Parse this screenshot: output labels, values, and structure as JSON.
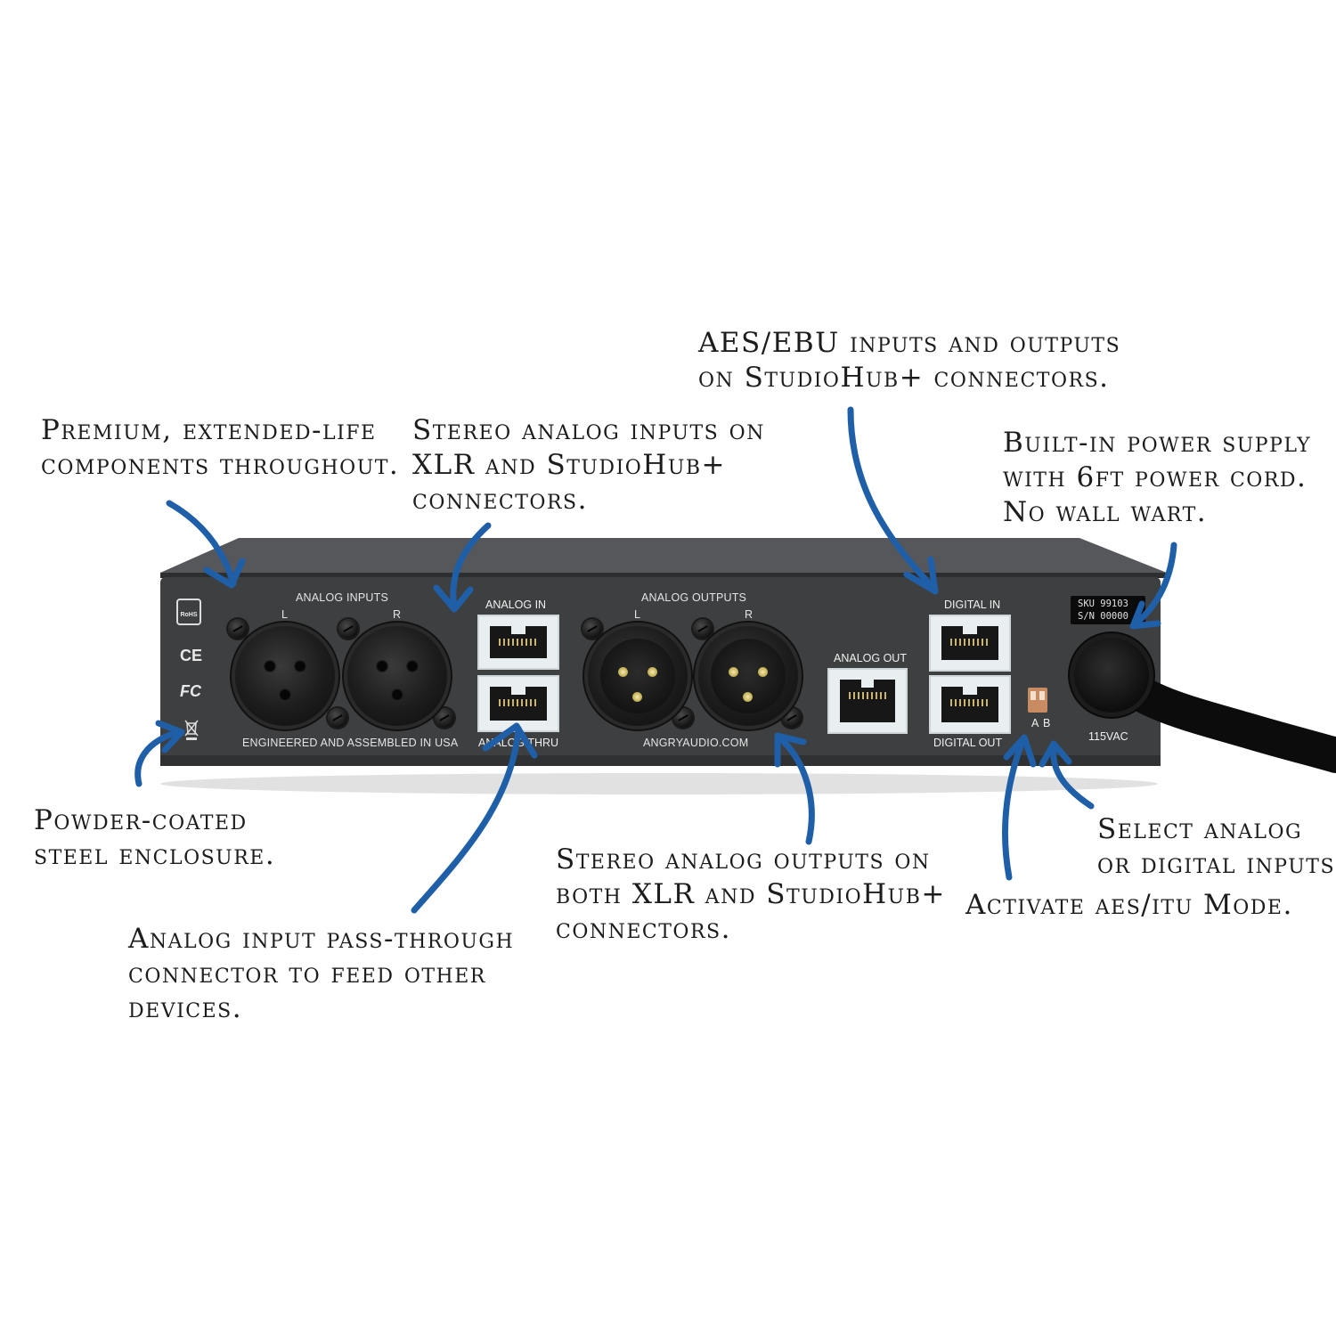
{
  "colors": {
    "background": "#ffffff",
    "panel": "#3e3f40",
    "top_plate": "#505153",
    "arrow": "#1f5fa8",
    "annotation_text": "#1c1c1c",
    "cable": "#0c0c0c"
  },
  "annotations": {
    "aes_ebu": "AES/EBU inputs and outputs\non StudioHub+ connectors.",
    "premium": "Premium, extended-life\ncomponents throughout.",
    "stereo_inputs": "Stereo analog inputs on\nXLR and StudioHub+\nconnectors.",
    "power_supply": "Built-in power supply\nwith 6ft power cord.\nNo wall wart.",
    "enclosure": "Powder-coated\nsteel enclosure.",
    "pass_through": "Analog input pass-through\nconnector to feed other\ndevices.",
    "stereo_outputs": "Stereo analog outputs on\nboth XLR and StudioHub+\nconnectors.",
    "select_inputs": "Select analog\nor digital inputs.",
    "aes_itu": "Activate aes/itu Mode."
  },
  "device": {
    "analog_inputs_label": "ANALOG INPUTS",
    "analog_outputs_label": "ANALOG OUTPUTS",
    "left_label": "L",
    "right_label": "R",
    "analog_in_label": "ANALOG IN",
    "analog_thru_label": "ANALOG THRU",
    "analog_out_label": "ANALOG OUT",
    "digital_in_label": "DIGITAL IN",
    "digital_out_label": "DIGITAL OUT",
    "engineered_text": "ENGINEERED AND ASSEMBLED IN USA",
    "website_text": "ANGRYAUDIO.COM",
    "switch_a": "A",
    "switch_b": "B",
    "voltage": "115VAC",
    "sku_line": "SKU 99103",
    "sn_line": "S/N 00000",
    "rohs": "RoHS",
    "ce": "CE",
    "fc": "FC"
  }
}
